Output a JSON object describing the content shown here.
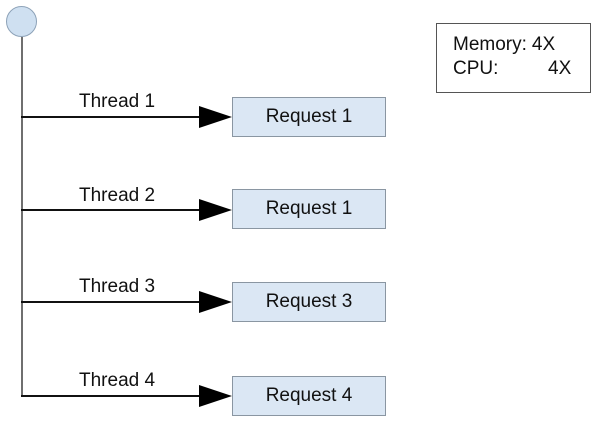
{
  "branches": [
    {
      "thread_label": "Thread 1",
      "request_label": "Request 1"
    },
    {
      "thread_label": "Thread 2",
      "request_label": "Request 1"
    },
    {
      "thread_label": "Thread 3",
      "request_label": "Request 3"
    },
    {
      "thread_label": "Thread 4",
      "request_label": "Request 4"
    }
  ],
  "stats": {
    "memory_label": "Memory:",
    "memory_value": "4X",
    "cpu_label": "CPU:",
    "cpu_value": "4X"
  },
  "colors": {
    "node_fill": "#cfe0f1",
    "request_fill": "#dbe7f4",
    "arrow": "#000000"
  }
}
